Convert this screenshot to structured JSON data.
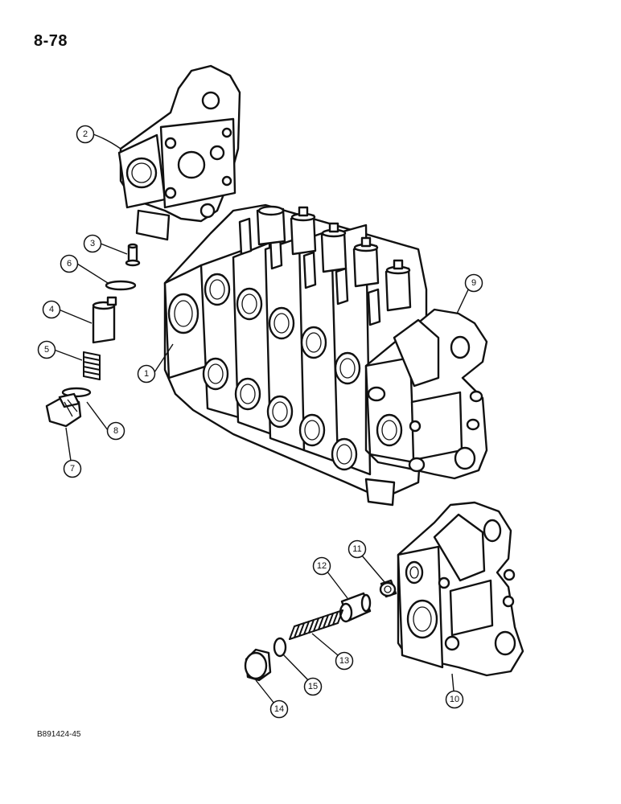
{
  "page_number": "8-78",
  "figure_code": "B891424-45",
  "callouts": [
    {
      "number": "1"
    },
    {
      "number": "2"
    },
    {
      "number": "3"
    },
    {
      "number": "4"
    },
    {
      "number": "5"
    },
    {
      "number": "6"
    },
    {
      "number": "7"
    },
    {
      "number": "8"
    },
    {
      "number": "9"
    },
    {
      "number": "10"
    },
    {
      "number": "11"
    },
    {
      "number": "12"
    },
    {
      "number": "13"
    },
    {
      "number": "14"
    },
    {
      "number": "15"
    }
  ]
}
